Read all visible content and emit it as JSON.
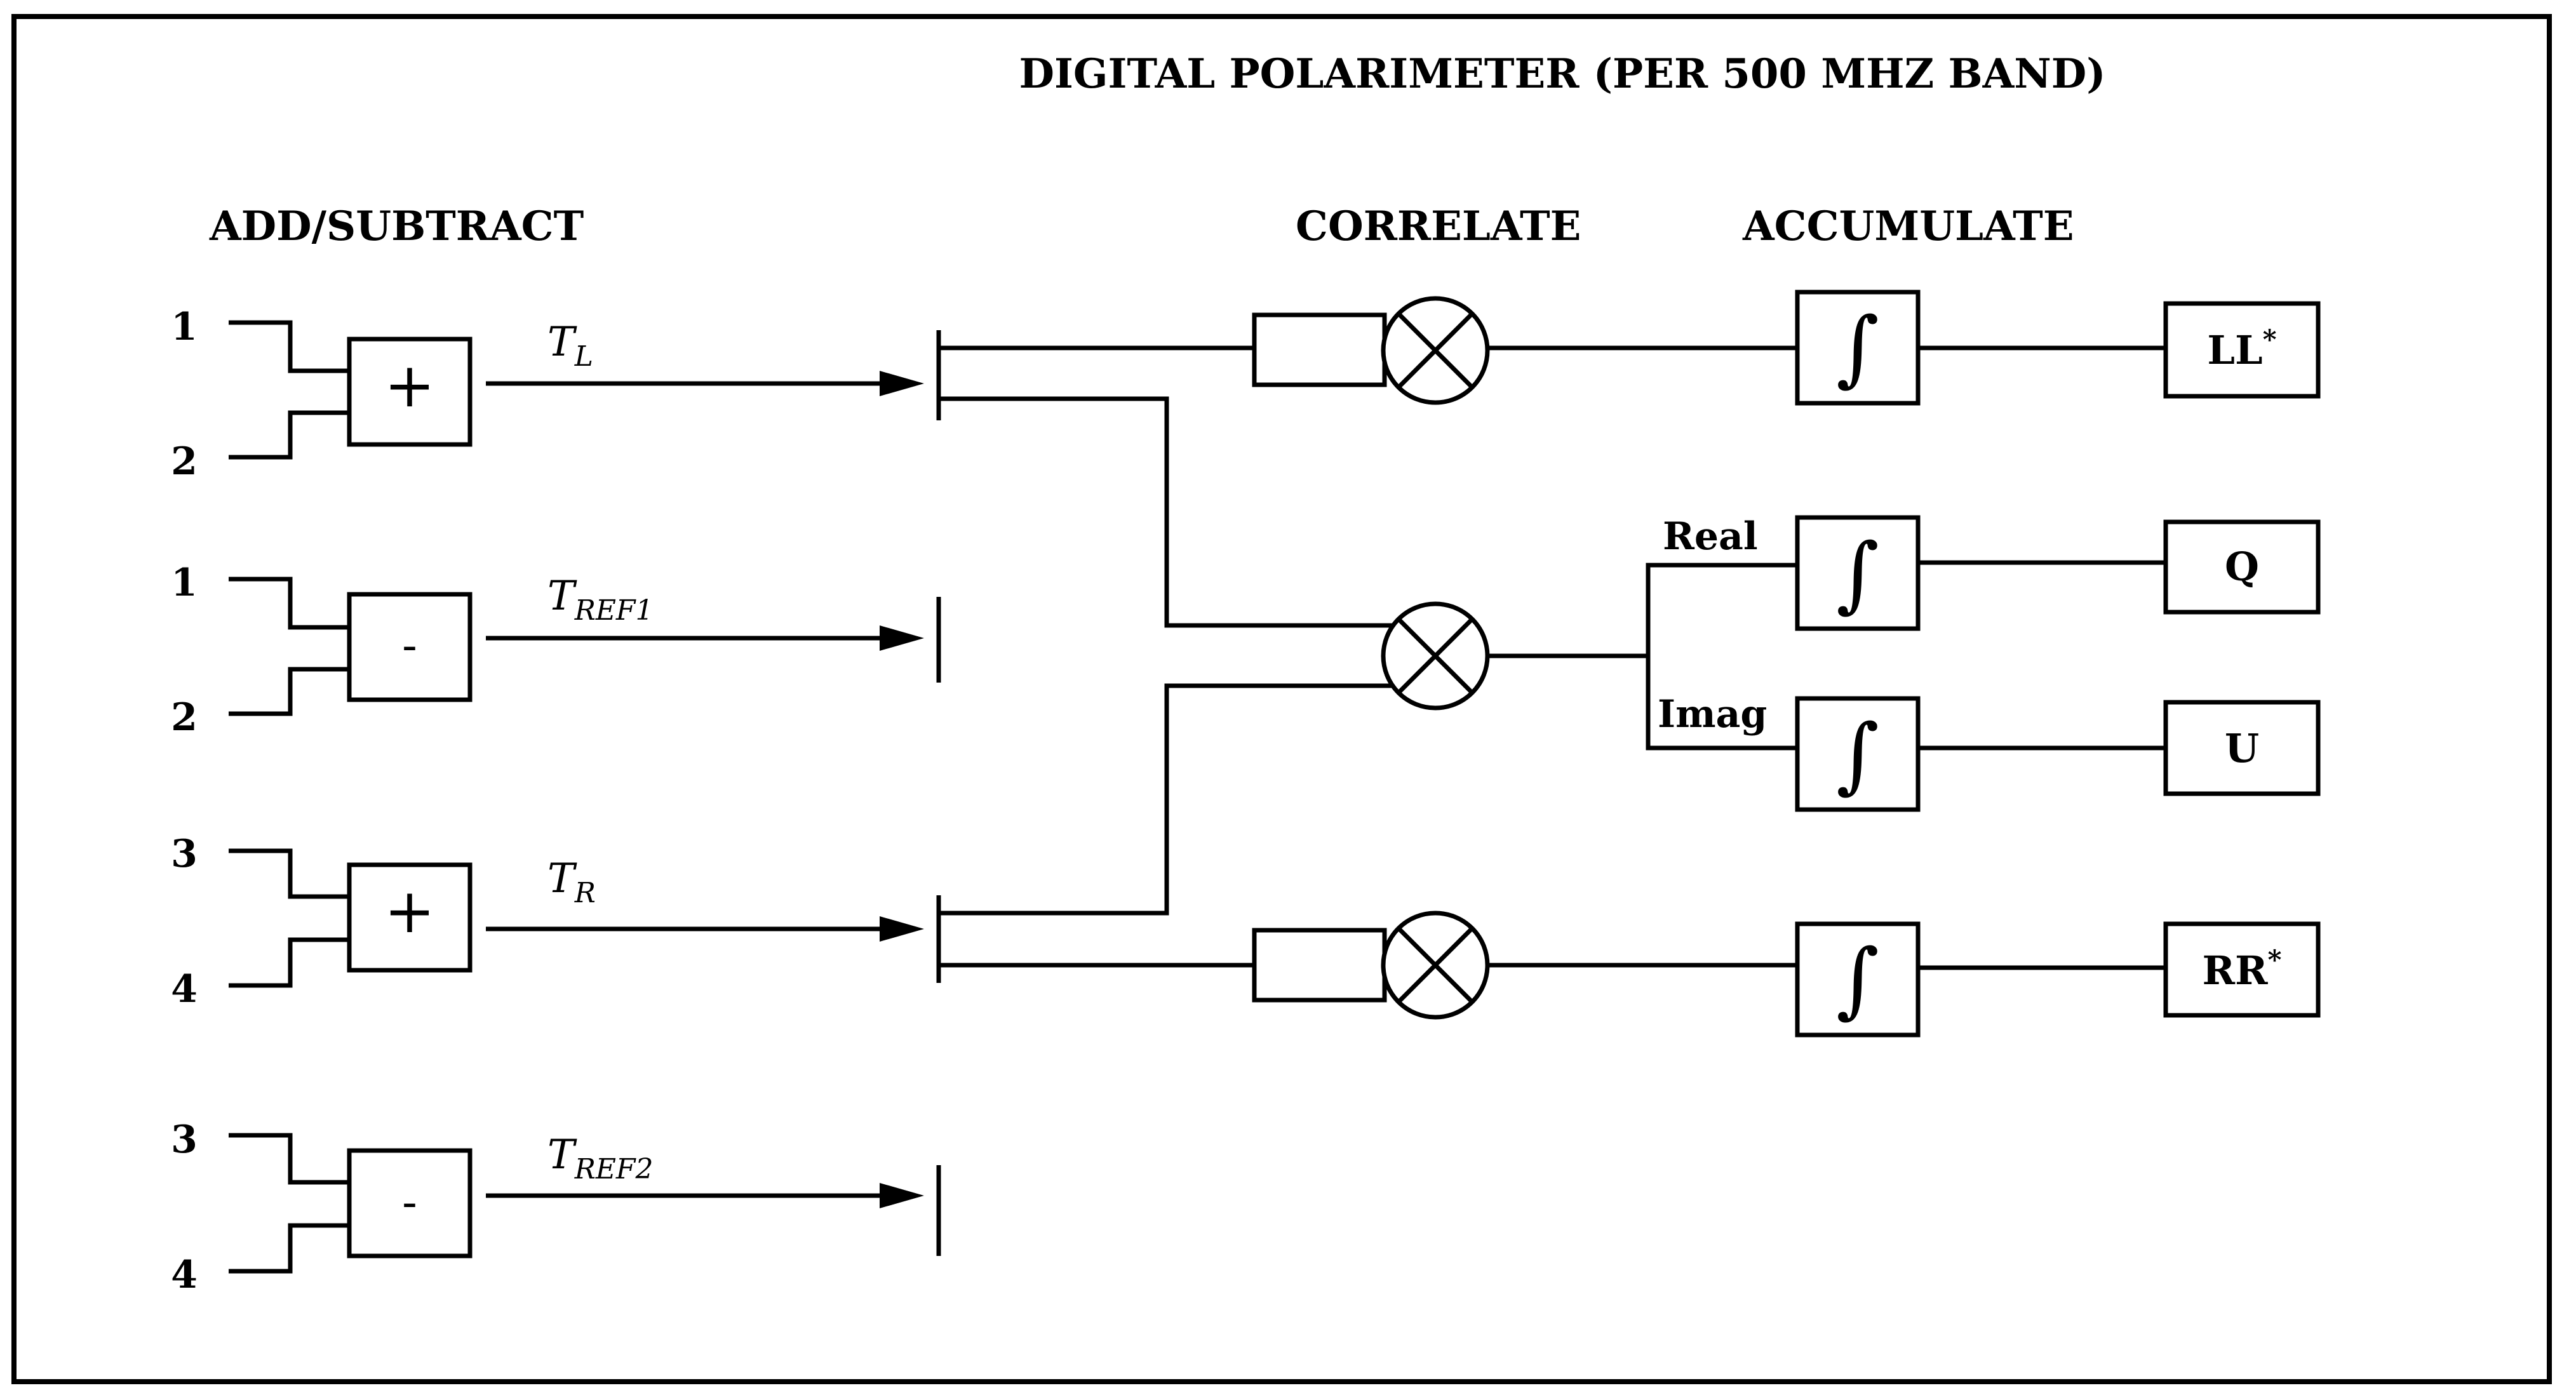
{
  "title": "DIGITAL POLARIMETER (PER 500 MHZ BAND)",
  "sections": {
    "add_subtract": "ADD/SUBTRACT",
    "correlate": "CORRELATE",
    "accumulate": "ACCUMULATE"
  },
  "inputs": [
    {
      "top": "1",
      "bottom": "2",
      "op": "+",
      "signal": "T",
      "sub": "L"
    },
    {
      "top": "1",
      "bottom": "2",
      "op": "-",
      "signal": "T",
      "sub": "REF1"
    },
    {
      "top": "3",
      "bottom": "4",
      "op": "+",
      "signal": "T",
      "sub": "R"
    },
    {
      "top": "3",
      "bottom": "4",
      "op": "-",
      "signal": "T",
      "sub": "REF2"
    }
  ],
  "integrator_symbol": "∫",
  "branch_labels": {
    "real": "Real",
    "imag": "Imag"
  },
  "outputs": {
    "ll": {
      "text": "LL",
      "sup": "*"
    },
    "q": {
      "text": "Q"
    },
    "u": {
      "text": "U"
    },
    "rr": {
      "text": "RR",
      "sup": "*"
    }
  }
}
